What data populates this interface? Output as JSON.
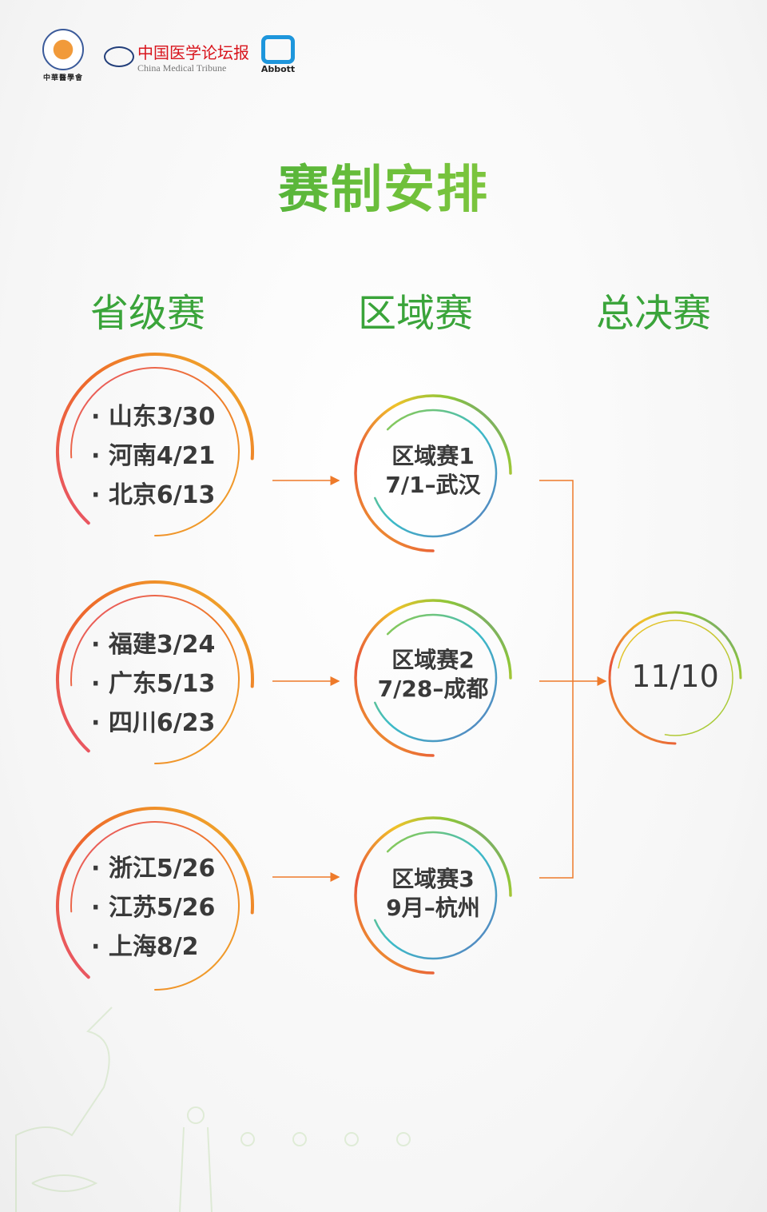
{
  "logos": {
    "cma": "中華醫學會",
    "cmt_cn": "中国医学论坛报",
    "cmt_en": "China Medical Tribune",
    "abbott": "Abbott"
  },
  "title": "赛制安排",
  "stages": [
    "省级赛",
    "区域赛",
    "总决赛"
  ],
  "provincial_groups": [
    [
      "· 山东3/30",
      "· 河南4/21",
      "· 北京6/13"
    ],
    [
      "· 福建3/24",
      "· 广东5/13",
      "· 四川6/23"
    ],
    [
      "· 浙江5/26",
      "· 江苏5/26",
      "· 上海8/2"
    ]
  ],
  "regional": [
    {
      "name": "区域赛1",
      "detail": "7/1–武汉"
    },
    {
      "name": "区域赛2",
      "detail": "7/28–成都"
    },
    {
      "name": "区域赛3",
      "detail": "9月–杭州"
    }
  ],
  "final": {
    "date": "11/10"
  },
  "colors": {
    "green": "#3aa43a",
    "orange": "#ee7a2a",
    "text": "#3a3a3a"
  }
}
